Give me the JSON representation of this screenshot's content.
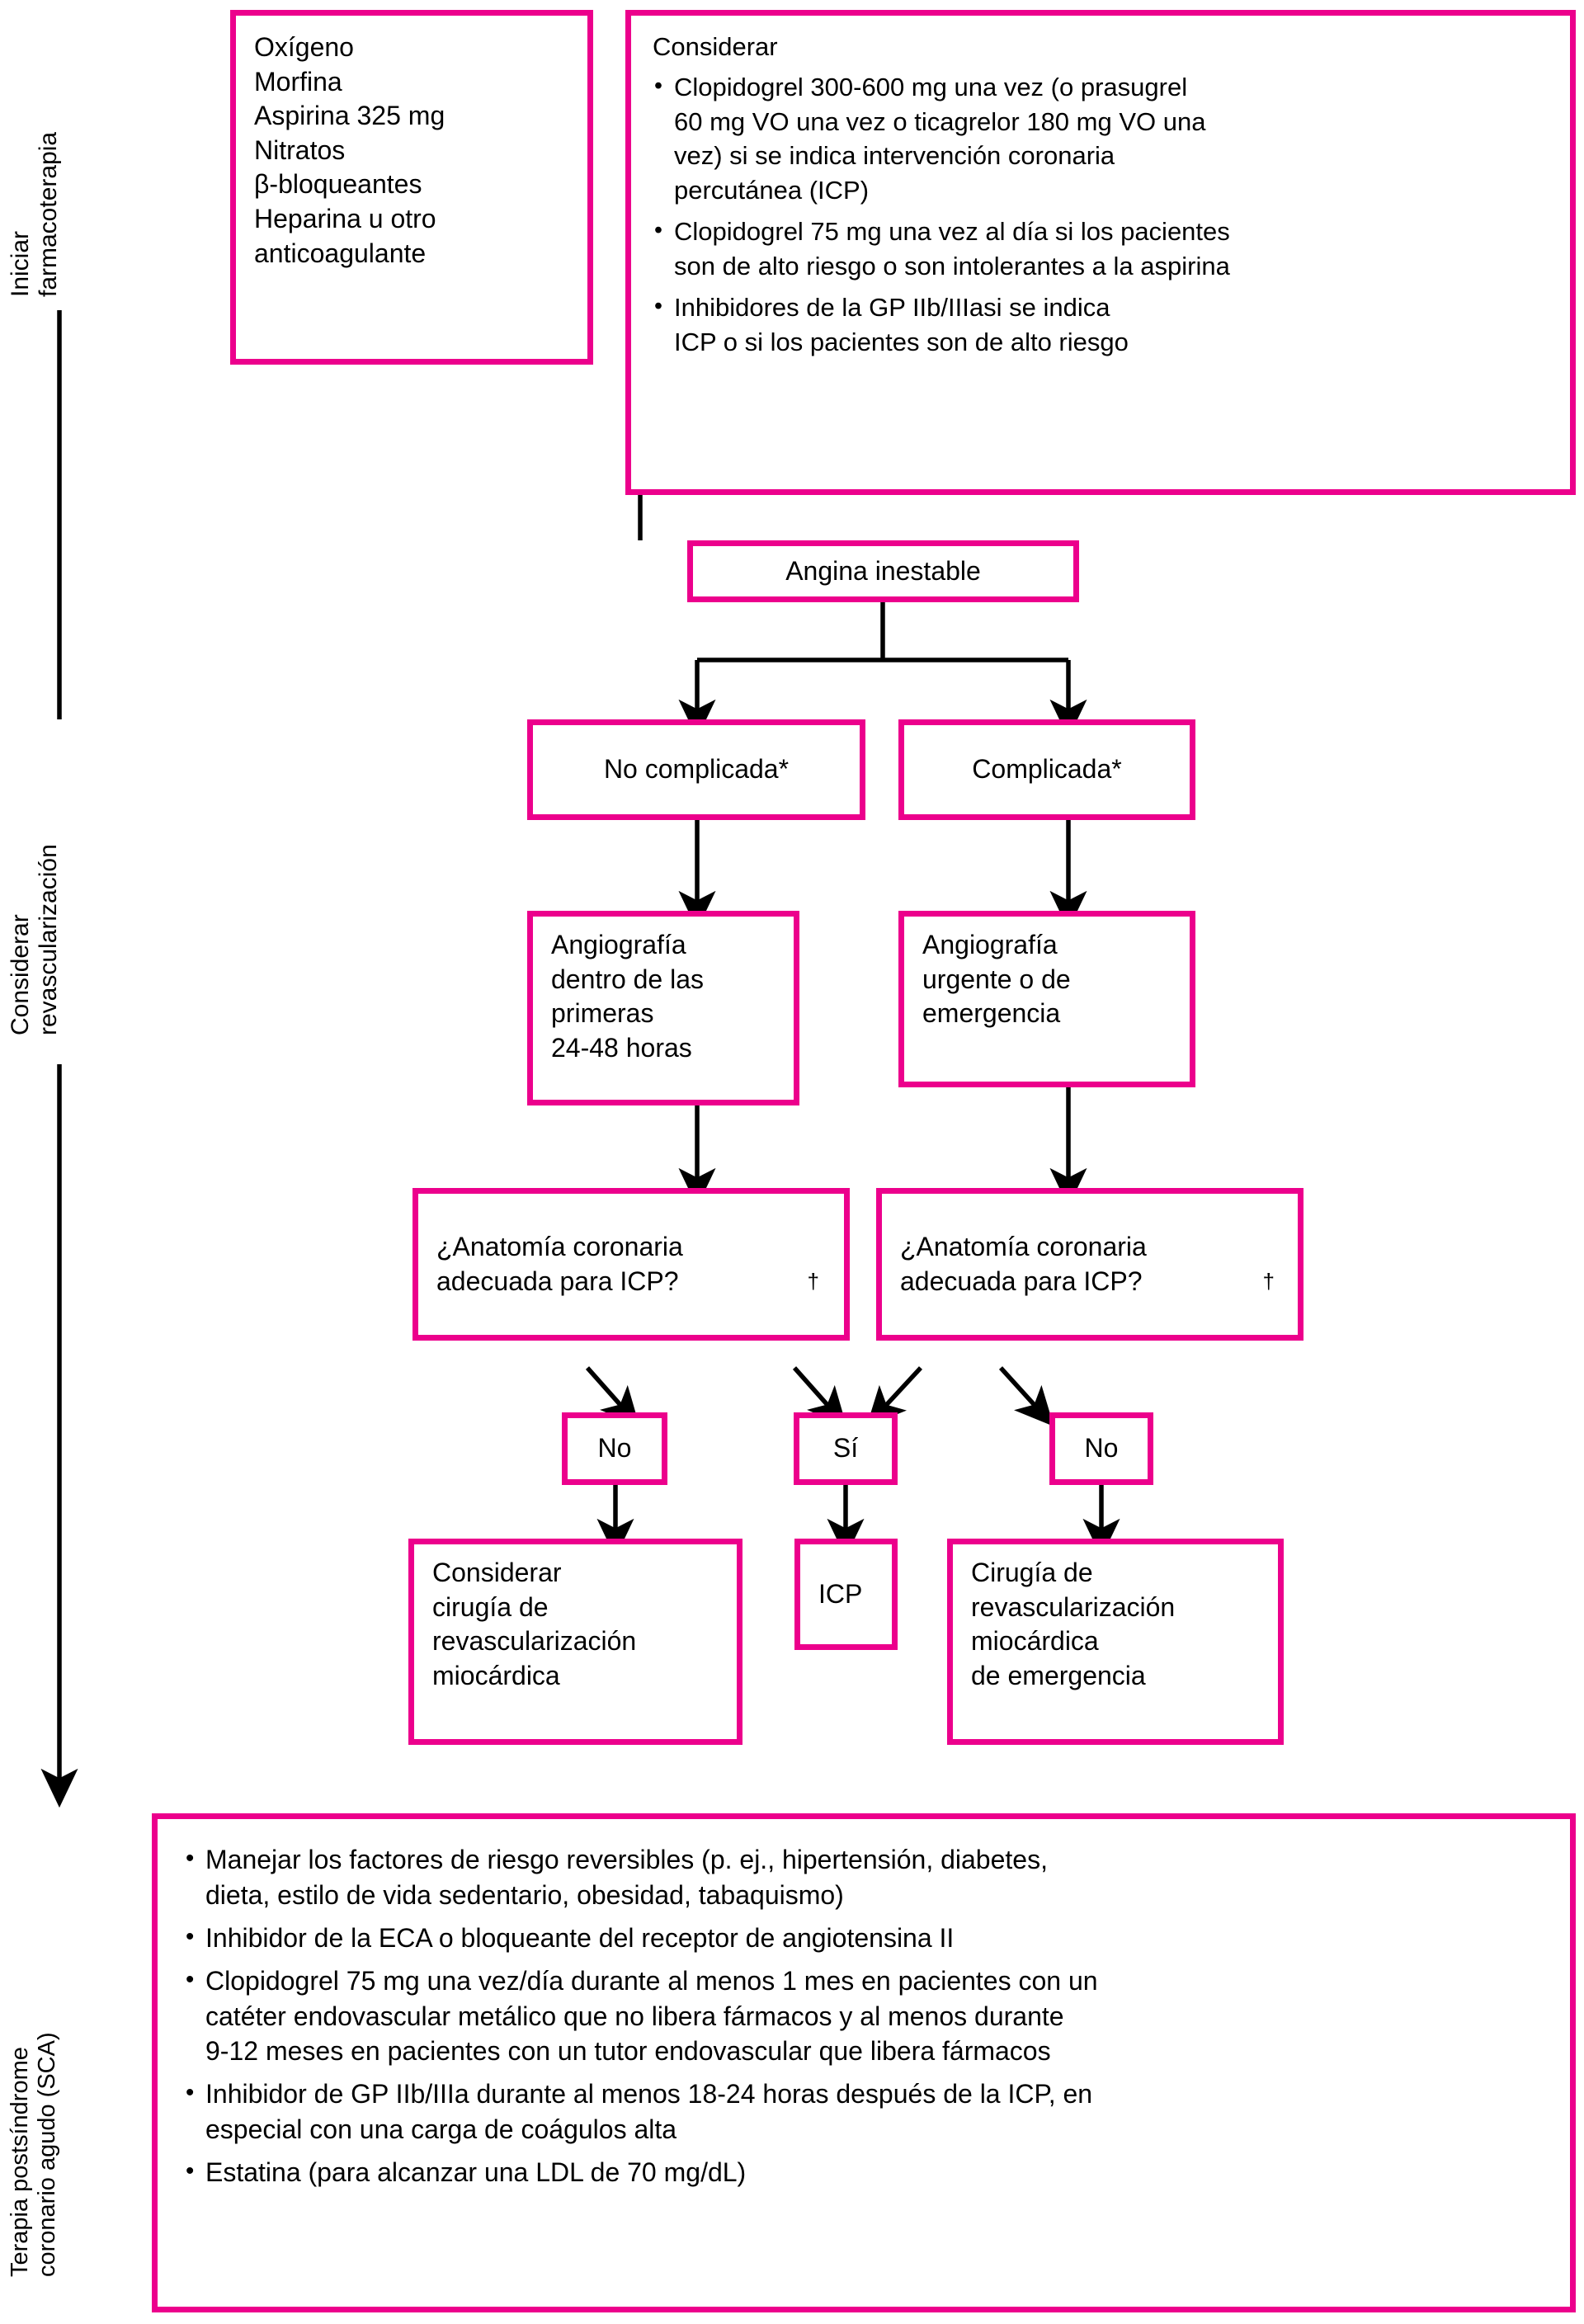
{
  "theme": {
    "accent": "#EC008C",
    "ink": "#000000",
    "background": "#FFFFFF"
  },
  "rails": [
    {
      "id": "rail-iniciar-farmacoterapia",
      "label": "Iniciar\nfarmacoterapia"
    },
    {
      "id": "rail-considerar-revascularizacion",
      "label": "Considerar\nrevascularización"
    },
    {
      "id": "rail-terapia-post-sca",
      "label": "Terapia postsíndrome\ncoronario agudo (SCA)"
    }
  ],
  "drug_box": {
    "name": "initial-pharmacotherapy-box",
    "lines": "Oxígeno\nMorfina\nAspirina 325 mg\nNitratos\nβ-bloqueantes\nHeparina u otro\nanticoagulante"
  },
  "consider_box": {
    "name": "consider-antiplatelet-box",
    "heading": "Considerar",
    "bullets": [
      "Clopidogrel 300-600 mg una vez (o prasugrel\n60 mg VO una vez o ticagrelor  180 mg VO una\nvez) si se indica intervención coronaria\npercutánea (ICP)",
      "Clopidogrel 75 mg una vez al día si los pacientes\nson de alto riesgo o son intolerantes a la aspirina",
      "Inhibidores de la GP IIb/IIIasi se indica\nICP o si los pacientes son de alto riesgo"
    ]
  },
  "flow": {
    "root": {
      "name": "node-angina-inestable",
      "label": "Angina inestable"
    },
    "branch_left": {
      "name": "node-no-complicada",
      "label": "No complicada*"
    },
    "branch_right": {
      "name": "node-complicada",
      "label": "Complicada*"
    },
    "angio_left": {
      "name": "node-angiografia-24-48h",
      "label": "Angiografía\ndentro de las\nprimeras\n24-48 horas"
    },
    "angio_right": {
      "name": "node-angiografia-urgente",
      "label": "Angiografía\nurgente o de\nemergencia"
    },
    "question_left": {
      "name": "node-anatomia-coronaria-izq",
      "label": "¿Anatomía coronaria\nadecuada para ICP?",
      "footnote": "†"
    },
    "question_right": {
      "name": "node-anatomia-coronaria-der",
      "label": "¿Anatomía coronaria\nadecuada para ICP?",
      "footnote": "†"
    },
    "answer_no_left": {
      "name": "node-respuesta-no-izq",
      "label": "No"
    },
    "answer_si": {
      "name": "node-respuesta-si",
      "label": "Sí"
    },
    "answer_no_right": {
      "name": "node-respuesta-no-der",
      "label": "No"
    },
    "outcome_left": {
      "name": "node-cirugia-revascularizacion",
      "label": "Considerar\ncirugía de\nrevascularización\nmiocárdica"
    },
    "outcome_center": {
      "name": "node-icp",
      "label": "ICP"
    },
    "outcome_right": {
      "name": "node-cirugia-emergencia",
      "label": "Cirugía de\nrevascularización\nmiocárdica\nde emergencia"
    }
  },
  "post_acs_box": {
    "name": "post-acs-therapy-box",
    "bullets": [
      "Manejar los factores de riesgo reversibles (p. ej., hipertensión, diabetes,\ndieta, estilo de vida sedentario, obesidad, tabaquismo)",
      "Inhibidor de la ECA o bloqueante del receptor de angiotensina II",
      "Clopidogrel 75 mg una vez/día durante al menos 1 mes en pacientes con un\ncatéter endovascular metálico que no libera fármacos y al menos durante\n9-12 meses en pacientes con un tutor endovascular  que libera fármacos",
      "Inhibidor de GP IIb/IIIa durante al menos 18-24 horas después de la ICP, en\nespecial con una carga de coágulos alta",
      "Estatina (para alcanzar una LDL de 70 mg/dL)"
    ]
  }
}
